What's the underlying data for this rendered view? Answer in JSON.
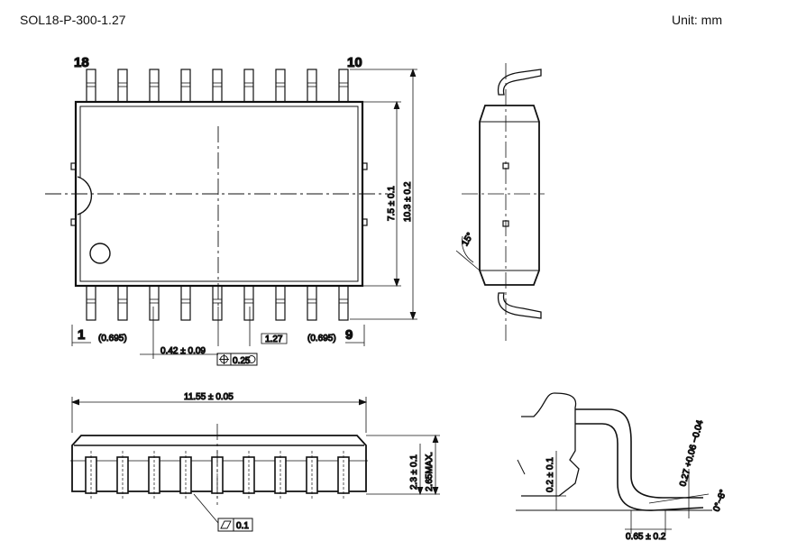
{
  "header": {
    "package_name": "SOL18-P-300-1.27",
    "unit": "Unit: mm"
  },
  "top_view": {
    "pin_18": "18",
    "pin_10": "10",
    "pin_1": "1",
    "pin_9": "9",
    "body_width": "7.5 ± 0.1",
    "total_width": "10.3 ± 0.2",
    "end_gap_left": "(0.695)",
    "end_gap_right": "(0.695)",
    "lead_width": "0.42 ± 0.09",
    "pitch": "1.27",
    "position_tolerance": "0.25"
  },
  "side_view": {
    "angle": "15°"
  },
  "front_view": {
    "body_length": "11.55 ± 0.05",
    "body_height": "2.3 ± 0.1",
    "max_height": "2.65MAX.",
    "flatness": "0.1"
  },
  "lead_detail": {
    "standoff": "0.2 ± 0.1",
    "lead_thickness": "0.27 +0.06 −0.04",
    "foot_length": "0.65 ± 0.2",
    "foot_angle": "0°~8°"
  }
}
